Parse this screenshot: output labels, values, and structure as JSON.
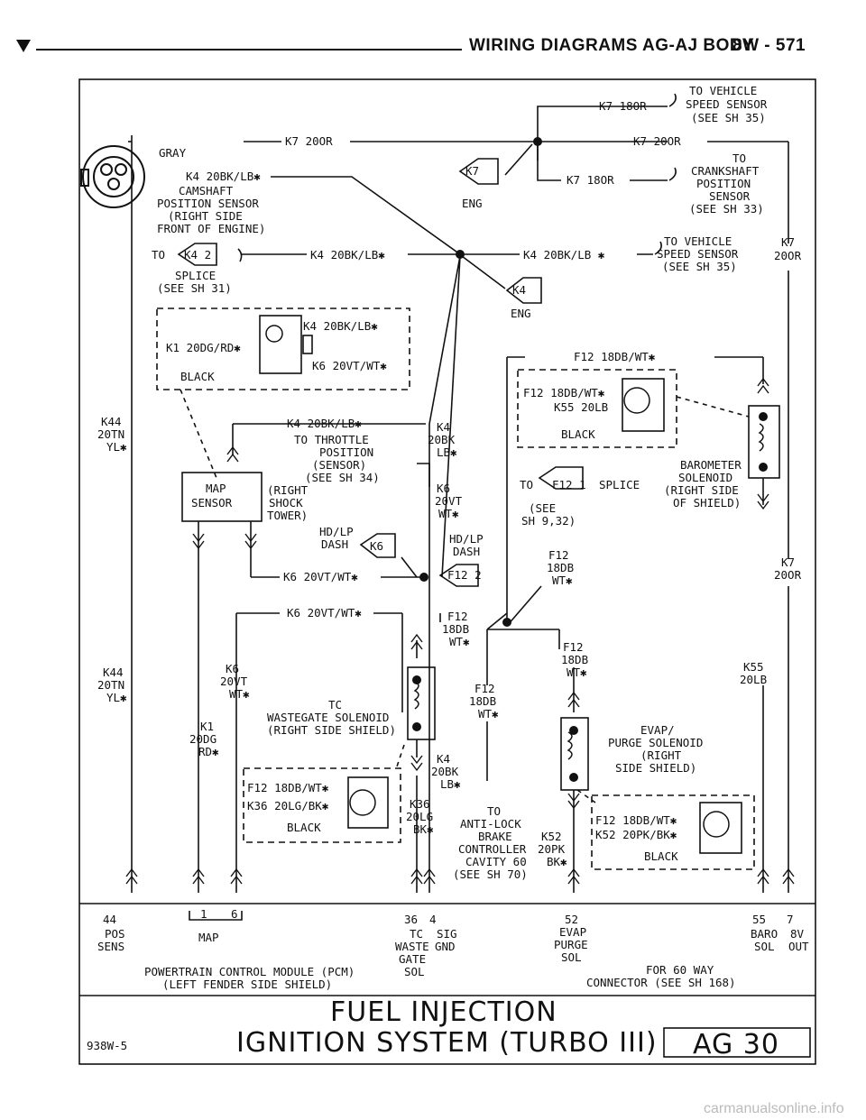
{
  "header": {
    "title": "WIRING DIAGRAMS AG-AJ BODY",
    "page": "8W - 571"
  },
  "footer": {
    "doc_code": "938W-5",
    "line1": "FUEL INJECTION",
    "line2": "IGNITION SYSTEM (TURBO III)",
    "page_code": "AG 30"
  },
  "watermark": "carmanualsonline.info",
  "labels": {
    "to_vehicle_1": "TO VEHICLE",
    "speed_sensor_1": "SPEED SENSOR",
    "see_sh35_1": "(SEE SH 35)",
    "k7_18or_top": "K7 18OR",
    "k7_20or_top": "K7 20OR",
    "k7_20or_right": "K7 20OR",
    "gray": "GRAY",
    "to_crank": "TO",
    "crankshaft": "CRANKSHAFT",
    "position": "POSITION",
    "sensor": "SENSOR",
    "see_sh33": "(SEE SH 33)",
    "k7_18or_mid": "K7 18OR",
    "k7_conn": "K7",
    "eng1": "ENG",
    "k4_20bk_cam": "K4 20BK/LB✱",
    "camshaft": "CAMSHAFT",
    "cam_pos_sensor": "POSITION SENSOR",
    "right_side": "(RIGHT SIDE",
    "front_engine": "FRONT OF ENGINE)",
    "to_k4": "TO",
    "k4_2": "K4 2",
    "k4_20bk_splice": "K4 20BK/LB✱",
    "k4_20bk_right": "K4 20BK/LB ✱",
    "to_vehicle_2": "TO VEHICLE",
    "speed_sensor_2": "SPEED SENSOR",
    "see_sh35_2": "(SEE SH 35)",
    "k7_right_a": "K7",
    "k7_right_b": "20OR",
    "splice": "SPLICE",
    "see_sh31": "(SEE SH 31)",
    "k4_conn": "K4",
    "eng2": "ENG",
    "map_k4": "K4 20BK/LB✱",
    "map_k1": "K1 20DG/RD✱",
    "map_k6": "K6 20VT/WT✱",
    "map_black": "BLACK",
    "f12_18db_top": "F12 18DB/WT✱",
    "f12_baro": "F12 18DB/WT✱",
    "k55_20lb": "K55 20LB",
    "baro_black": "BLACK",
    "k44_a": "K44",
    "k44_b": "20TN",
    "k44_c": "YL✱",
    "k4_20bk_throttle": "K4 20BK/LB✱",
    "to_throttle": "TO THROTTLE",
    "throttle_pos": "POSITION",
    "throttle_sensor": "(SENSOR)",
    "see_sh34": "(SEE SH 34)",
    "k4_v_a": "K4",
    "k4_v_b": "20BK",
    "k4_v_c": "LB✱",
    "map_sensor_a": "MAP",
    "map_sensor_b": "SENSOR",
    "right_shock_a": "(RIGHT",
    "right_shock_b": "SHOCK",
    "right_shock_c": "TOWER)",
    "k6_v_a": "K6",
    "k6_v_b": "20VT",
    "k6_v_c": "WT✱",
    "baro_a": "BAROMETER",
    "baro_b": "SOLENOID",
    "baro_c": "(RIGHT SIDE",
    "baro_d": "OF SHIELD)",
    "to_f12": "TO",
    "f12_1": "F12 1",
    "splice2": "SPLICE",
    "see_a": "(SEE",
    "see_b": "SH 9,32)",
    "f12_v_a": "F12",
    "f12_v_b": "18DB",
    "f12_v_c": "WT✱",
    "hdlp_a": "HD/LP",
    "hdlp_b": "DASH",
    "k6_conn": "K6",
    "hdlp2_a": "HD/LP",
    "hdlp2_b": "DASH",
    "f12_2": "F12 2",
    "k7_200r_a": "K7",
    "k7_200r_b": "20OR",
    "k6_20vt_a": "K6 20VT/WT✱",
    "k6_20vt_b": "K6 20VT/WT✱",
    "f12_m_a": "F12",
    "f12_m_b": "18DB",
    "f12_m_c": "WT✱",
    "f12_r_a": "F12",
    "f12_r_b": "18DB",
    "f12_r_c": "WT✱",
    "k44_2a": "K44",
    "k44_2b": "20TN",
    "k44_2c": "YL✱",
    "k6_2a": "K6",
    "k6_2b": "20VT",
    "k6_2c": "WT✱",
    "tc_a": "TC",
    "tc_b": "WASTEGATE SOLENOID",
    "tc_c": "(RIGHT SIDE SHIELD)",
    "f12_c_a": "F12",
    "f12_c_b": "18DB",
    "f12_c_c": "WT✱",
    "k55_a": "K55",
    "k55_b": "20LB",
    "k1_a": "K1",
    "k1_b": "20DG",
    "k1_c": "RD✱",
    "evap_a": "EVAP/",
    "evap_b": "PURGE SOLENOID",
    "evap_c": "(RIGHT",
    "evap_d": "SIDE SHIELD)",
    "k4_3a": "K4",
    "k4_3b": "20BK",
    "k4_3c": "LB✱",
    "tcc_f12": "F12 18DB/WT✱",
    "tcc_k36": "K36 20LG/BK✱",
    "tcc_black": "BLACK",
    "k36_a": "K36",
    "k36_b": "20LG",
    "k36_c": "BK✱",
    "to_abs_a": "TO",
    "to_abs_b": "ANTI-LOCK",
    "to_abs_c": "BRAKE",
    "to_abs_d": "CONTROLLER",
    "to_abs_e": "CAVITY 60",
    "to_abs_f": "(SEE SH 70)",
    "k52_a": "K52",
    "k52_b": "20PK",
    "k52_c": "BK✱",
    "evc_f12": "F12 18DB/WT✱",
    "evc_k52": "K52 20PK/BK✱",
    "evc_black": "BLACK",
    "pin44": "44",
    "pin1": "1",
    "pin6": "6",
    "pin36": "36",
    "pin4": "4",
    "pin52": "52",
    "pin55": "55",
    "pin7": "7",
    "pos_sens_a": "POS",
    "pos_sens_b": "SENS",
    "map_pin": "MAP",
    "tc_pin_a": "TC",
    "tc_pin_b": "WASTE",
    "tc_pin_c": "GATE",
    "tc_pin_d": "SOL",
    "sig_gnd_a": "SIG",
    "sig_gnd_b": "GND",
    "evap_pin_a": "EVAP",
    "evap_pin_b": "PURGE",
    "evap_pin_c": "SOL",
    "baro_pin_a": "BARO",
    "baro_pin_b": "SOL",
    "v8_a": "8V",
    "v8_b": "OUT",
    "pcm_a": "POWERTRAIN CONTROL MODULE (PCM)",
    "pcm_b": "(LEFT FENDER SIDE SHIELD)",
    "for60_a": "FOR 60 WAY",
    "for60_b": "CONNECTOR (SEE SH 168)"
  }
}
